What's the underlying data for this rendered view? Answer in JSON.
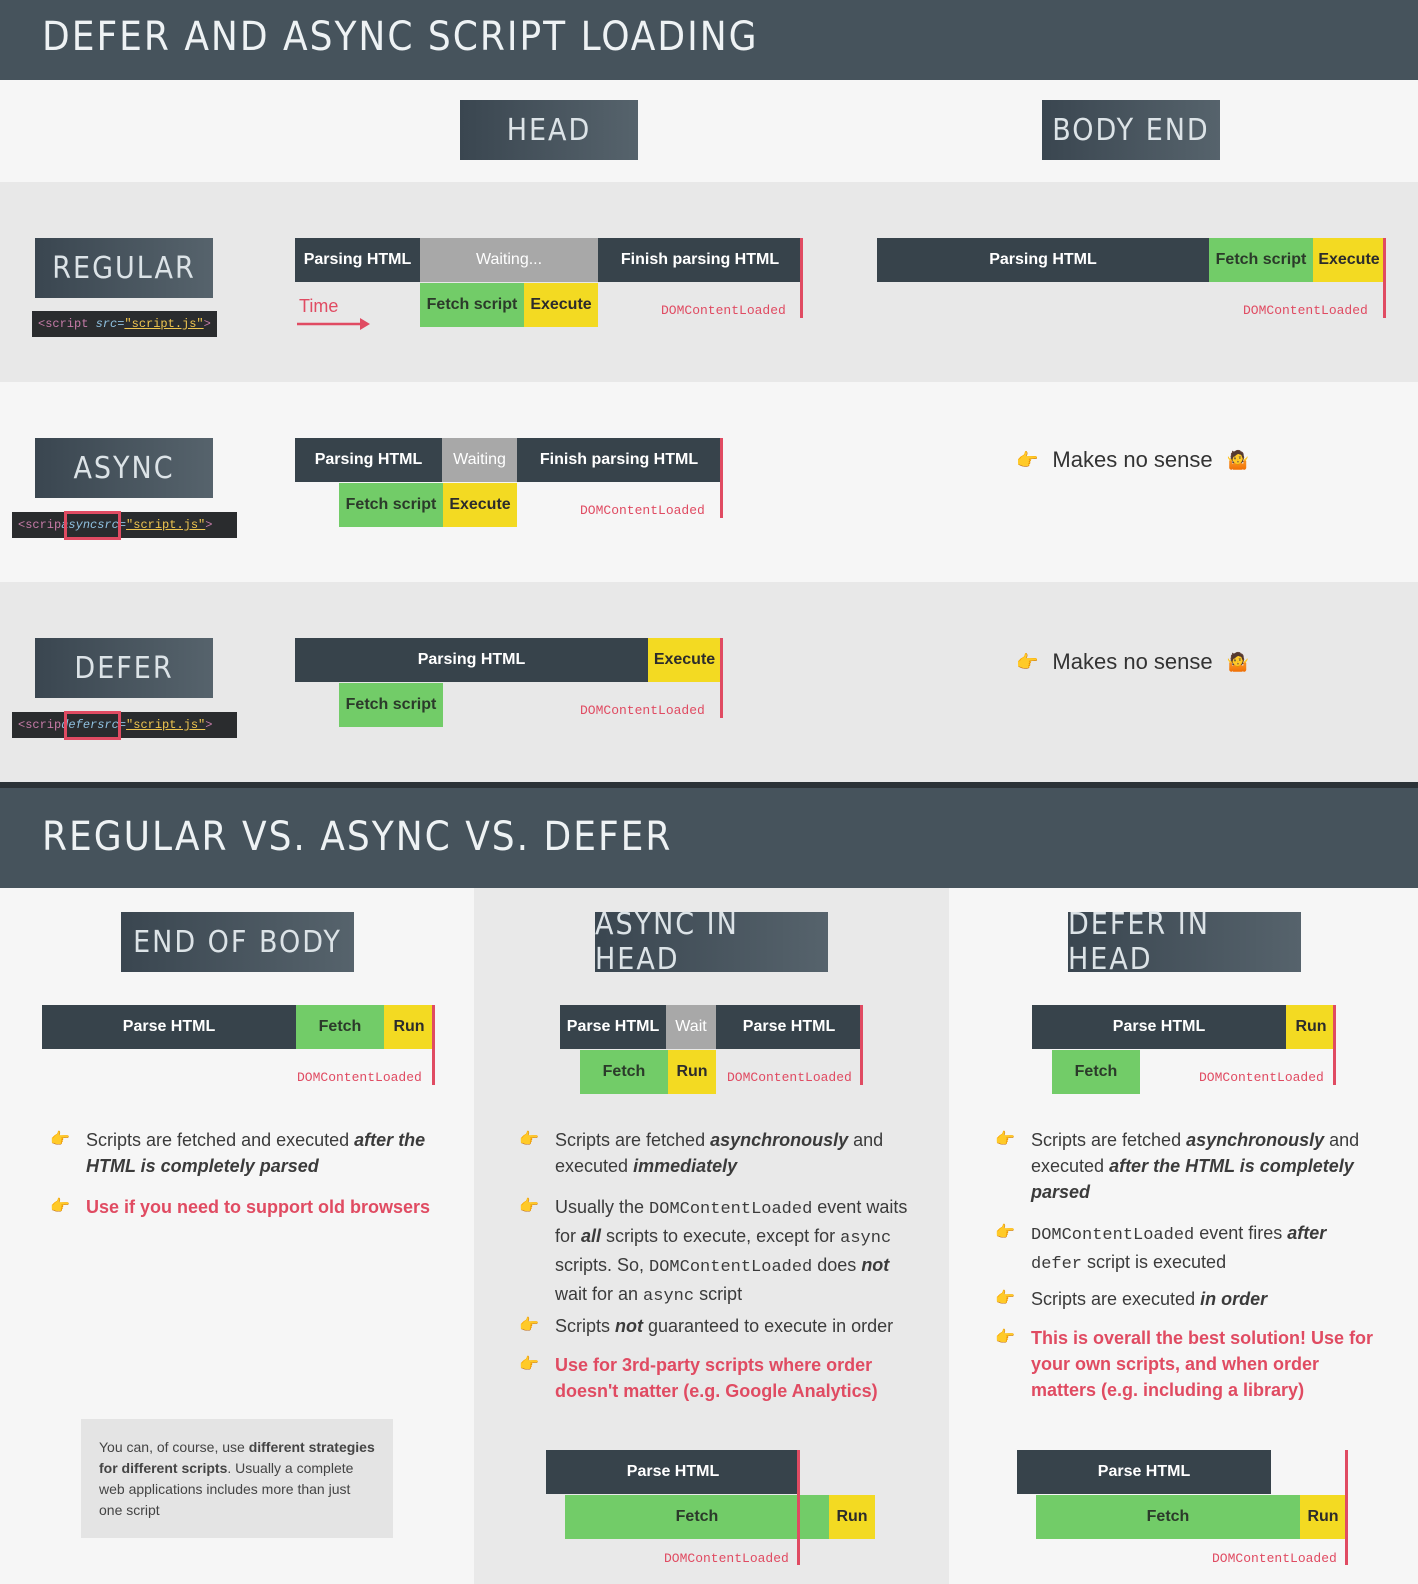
{
  "main_title": "DEFER AND ASYNC SCRIPT LOADING",
  "section2_title": "REGULAR VS. ASYNC VS. DEFER",
  "col_head": "HEAD",
  "col_body_end": "BODY END",
  "row_regular": "REGULAR",
  "row_async": "ASYNC",
  "row_defer": "DEFER",
  "code_script_open": "<script ",
  "code_script_short": "<scrip",
  "code_src": "src=",
  "code_src_frag": "src=",
  "code_file": "\"script.js\"",
  "code_close": ">",
  "code_async": "async",
  "code_defer": "defer",
  "parsing_html": "Parsing HTML",
  "waiting_ellipsis": "Waiting...",
  "waiting": "Waiting",
  "finish_parsing": "Finish parsing HTML",
  "fetch_script": "Fetch script",
  "execute": "Execute",
  "time": "Time",
  "dcl": "DOMContentLoaded",
  "makes_no_sense": "Makes no sense",
  "emoji_label": "🤷",
  "end_of_body": "END OF BODY",
  "async_in_head": "ASYNC IN HEAD",
  "defer_in_head": "DEFER IN HEAD",
  "parse_html": "Parse HTML",
  "fetch": "Fetch",
  "run": "Run",
  "wait": "Wait",
  "b1_pre": "Scripts are fetched and executed ",
  "b1_em": "after the HTML is completely parsed",
  "b2": "Use if you need to support old browsers",
  "b3_pre": "Scripts are fetched ",
  "b3_em": "asynchronously",
  "b3_mid": " and executed ",
  "b3_em2": "immediately",
  "b4_a": "Usually the ",
  "b4_m1": "DOMContentLoaded",
  "b4_b": " event waits for ",
  "b4_em": "all",
  "b4_c": " scripts to execute, except for ",
  "b4_m2": "async",
  "b4_d": " scripts. So, ",
  "b4_m3": "DOMContentLoaded",
  "b4_e": " does ",
  "b4_em2": "not",
  "b4_f": " wait for an ",
  "b4_m4": "async",
  "b4_g": " script",
  "b5_a": "Scripts ",
  "b5_em": "not",
  "b5_b": " guaranteed to execute in order",
  "b6": "Use for 3rd-party scripts where order doesn't matter (e.g. Google Analytics)",
  "b7_pre": "Scripts are fetched ",
  "b7_em": "asynchronously",
  "b7_mid": " and executed ",
  "b7_em2": "after the HTML is completely parsed",
  "b8_m": "DOMContentLoaded",
  "b8_a": " event fires ",
  "b8_em": "after",
  "b8_m2": "defer",
  "b8_b": " script is executed",
  "b9_a": "Scripts are executed ",
  "b9_em": "in order",
  "b10": "This is overall the best solution! Use for your own scripts, and when order matters (e.g. including a library)",
  "note_a": "You can, of course, use ",
  "note_b": "different strategies for different scripts",
  "note_c": ". Usually a complete web applications includes more than just one script",
  "colors": {
    "header": "#46535c",
    "dark": "#37434b",
    "green": "#72cc68",
    "yellow": "#f3da22",
    "gray": "#a8a8a8",
    "red": "#e04b62"
  }
}
